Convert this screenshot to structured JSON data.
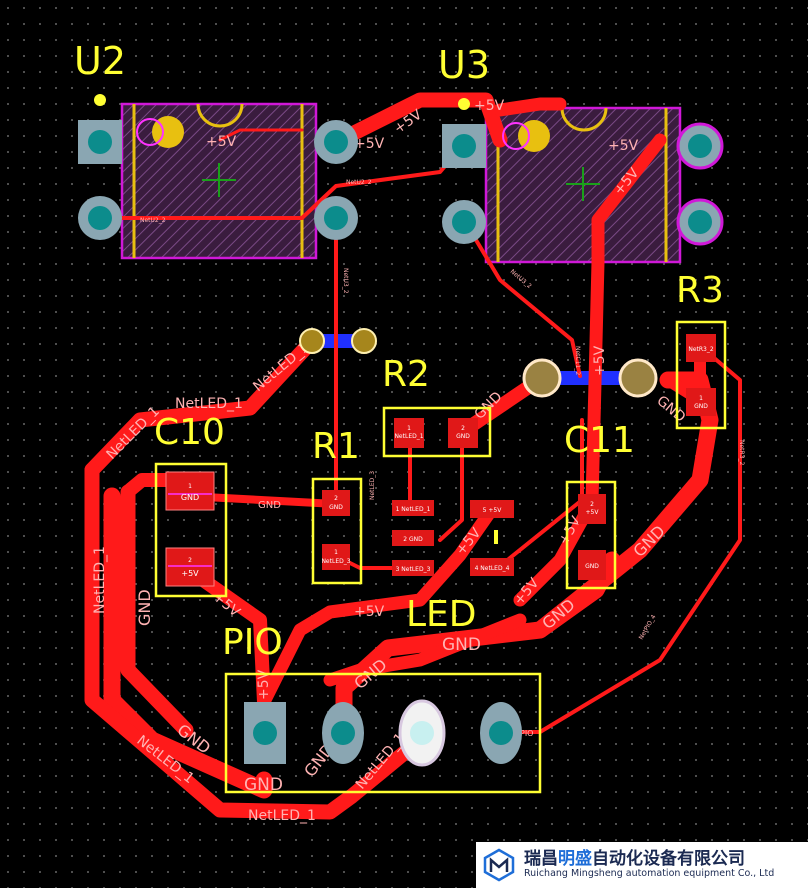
{
  "components": {
    "u2": "U2",
    "u3": "U3",
    "r1": "R1",
    "r2": "R2",
    "r3": "R3",
    "c10": "C10",
    "c11": "C11",
    "led": "LED",
    "pio": "PIO"
  },
  "nets": {
    "vcc": "+5V",
    "gnd": "GND",
    "netled1": "NetLED_1",
    "netled3": "NetLED_3",
    "netled4": "NetLED_4",
    "netu2_2": "NetU2_2",
    "netu3_2": "NetU3_2",
    "netr3_2": "NetR3_2",
    "netc11_2": "NetC11_2",
    "netpio4": "NetPIO_4",
    "pio": "PIO"
  },
  "pads": {
    "pin1": "1",
    "pin2": "2",
    "pin3": "3",
    "pin4": "4",
    "pin5": "5",
    "led1": "1 NetLED_1",
    "led2": "2 GND",
    "led3": "3 NetLED_3",
    "led4": "4 NetLED_4",
    "led5": "5 +5V"
  },
  "colors": {
    "background": "#000000",
    "copper_top": "#ff1a1a",
    "silkscreen": "#ffff33",
    "pad_through_hole": "#8aa6b2",
    "drill": "#0c8c8c",
    "ic_outline": "#d018d8",
    "via_bottom": "#2030ff"
  },
  "watermark": {
    "cn_prefix": "瑞昌",
    "cn_highlight": "明盛",
    "cn_suffix": "自动化设备有限公司",
    "en": "Ruichang Mingsheng automation equipment Co., Ltd"
  }
}
